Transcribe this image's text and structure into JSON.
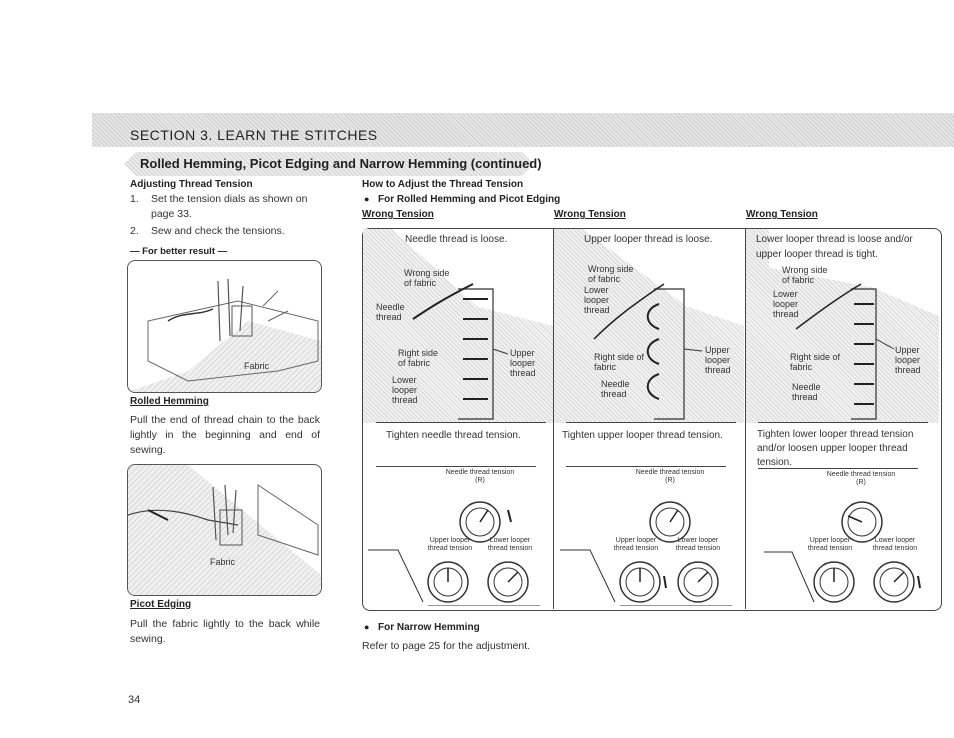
{
  "section": "SECTION 3.   LEARN THE STITCHES",
  "subtitle": "Rolled Hemming, Picot Edging and Narrow Hemming (continued)",
  "left": {
    "heading": "Adjusting Thread Tension",
    "step1_num": "1.",
    "step1_text": "Set the tension dials as shown on page 33.",
    "step2_num": "2.",
    "step2_text": "Sew and check the tensions.",
    "better": "— For better result —",
    "fig1_fabric": "Fabric",
    "rolled_title": "Rolled Hemming",
    "rolled_text": "Pull the end of thread chain to the back lightly in the beginning and end of sewing.",
    "fig2_fabric": "Fabric",
    "picot_title": "Picot Edging",
    "picot_text": "Pull the fabric lightly to the back while sewing."
  },
  "right": {
    "heading": "How to Adjust the Thread Tension",
    "bullet": "●",
    "sub": "For Rolled Hemming and Picot Edging",
    "wrong_tension": "Wrong Tension",
    "panels": [
      {
        "problem": "Needle thread is loose.",
        "labels": [
          "Wrong side of fabric",
          "Needle thread",
          "Right side of fabric",
          "Upper looper thread",
          "Lower looper thread"
        ],
        "fix": "Tighten needle thread tension.",
        "dial_top": "Needle thread tension (R)",
        "dial_left": "Upper looper thread tension",
        "dial_right": "Lower looper thread tension"
      },
      {
        "problem": "Upper looper thread is loose.",
        "labels": [
          "Wrong side of fabric",
          "Lower looper thread",
          "Right side of fabric",
          "Upper looper thread",
          "Needle thread"
        ],
        "fix": "Tighten upper looper thread tension.",
        "dial_top": "Needle thread tension (R)",
        "dial_left": "Upper looper thread tension",
        "dial_right": "Lower looper thread tension"
      },
      {
        "problem": "Lower looper thread is loose and/or upper looper thread is tight.",
        "labels": [
          "Wrong side of fabric",
          "Lower looper thread",
          "Right side of fabric",
          "Upper looper thread",
          "Needle thread"
        ],
        "fix": "Tighten lower looper thread tension and/or loosen upper looper thread tension.",
        "dial_top": "Needle thread tension (R)",
        "dial_left": "Upper looper thread tension",
        "dial_right": "Lower looper thread tension"
      }
    ],
    "narrow_title": "For Narrow Hemming",
    "narrow_text": "Refer to page 25 for the adjustment."
  },
  "page_number": "34"
}
